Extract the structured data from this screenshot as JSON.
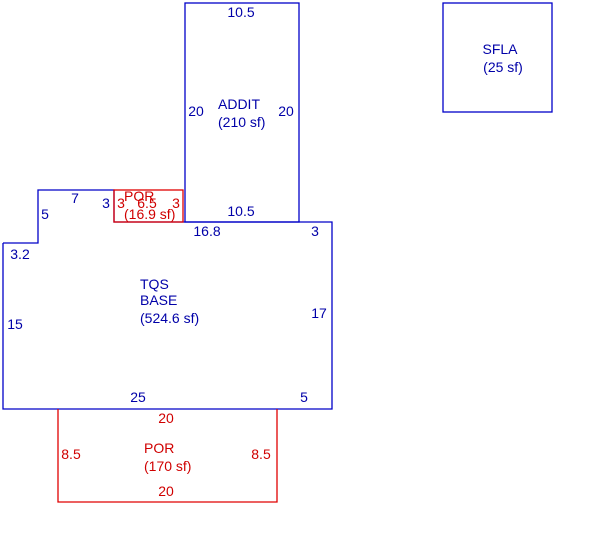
{
  "colors": {
    "living": "#0000c8",
    "porch": "#e00000"
  },
  "areas": {
    "sfla": {
      "name": "SFLA",
      "area": "(25 sf)"
    },
    "addit": {
      "name": "ADDIT",
      "area": "(210 sf)",
      "dims": {
        "top": "10.5",
        "left": "20",
        "right": "20",
        "bottom": "10.5"
      }
    },
    "base": {
      "name1": "TQS",
      "name2": "BASE",
      "area": "(524.6 sf)",
      "dims": {
        "top_left": "7",
        "notch_left": "5",
        "notch_right": "3",
        "step": "3.2",
        "top_middle": "16.8",
        "top_right": "3",
        "left": "15",
        "right": "17",
        "bottom": "25",
        "bottom_right": "5"
      }
    },
    "small_porch": {
      "name": "POR",
      "area": "(16.9 sf)",
      "dims": {
        "left": "3",
        "top": "6.5",
        "right": "3"
      }
    },
    "porch": {
      "name": "POR",
      "area": "(170 sf)",
      "dims": {
        "top": "20",
        "left": "8.5",
        "right": "8.5",
        "bottom": "20"
      }
    }
  }
}
